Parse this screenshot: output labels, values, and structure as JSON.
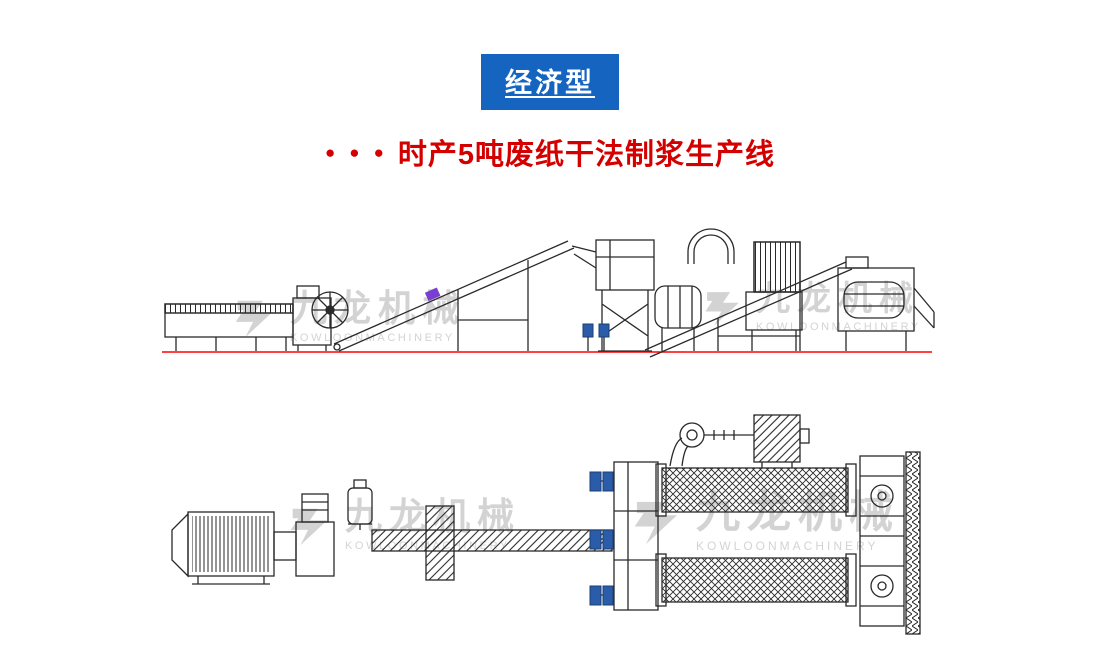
{
  "badge": {
    "label": "经济型"
  },
  "title": {
    "bullet": "●",
    "text": "时产5吨废纸干法制浆生产线"
  },
  "watermark": {
    "cn": "九龙机械",
    "en": "KOWLOONMACHINERY"
  },
  "colors": {
    "badge_bg": "#1565c0",
    "badge_text": "#ffffff",
    "title_red": "#d40000",
    "baseline_red": "#ff0000",
    "line_dark": "#2a2a2a",
    "accent_blue": "#2a5caa",
    "accent_purple": "#7a3fd1",
    "watermark_gray": "#c9c9c9"
  }
}
